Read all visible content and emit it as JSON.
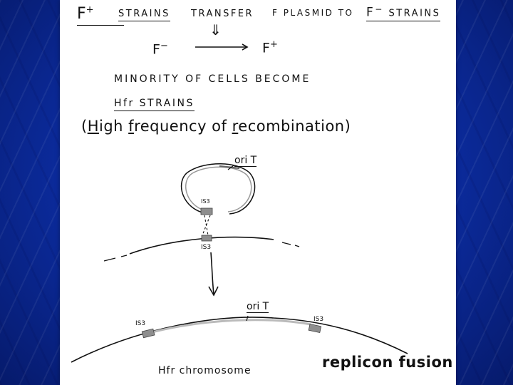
{
  "line1": {
    "f_plus_letter": "F",
    "f_plus_sup": "+",
    "strains": "STRAINS",
    "transfer": "TRANSFER",
    "f_plasmid_to": "F PLASMID TO",
    "f_minus_letter": "F",
    "f_minus_sup": "−",
    "strains_end": "STRAINS"
  },
  "conversion": {
    "down_arrow": "⇓",
    "from_letter": "F",
    "from_sup": "−",
    "to_letter": "F",
    "to_sup": "+"
  },
  "minority": "MINORITY OF CELLS BECOME",
  "hfr_strains": "Hfr STRAINS",
  "hfr_expansion": {
    "open": "(",
    "h": "H",
    "igh": "igh ",
    "f": "f",
    "requency": "requency of ",
    "r": "r",
    "ecombination": "ecombination)"
  },
  "diagram": {
    "plasmid_oriT": "ori T",
    "plasmid_is3": "IS3",
    "chromosome_is3": "IS3",
    "hfr_oriT": "ori T",
    "hfr_is3_left": "IS3",
    "hfr_is3_right": "IS3",
    "hfr_chromosome": "Hfr chromosome",
    "replicon_fusion": "replicon fusion"
  },
  "colors": {
    "background": "#0b2a9a",
    "paper": "#ffffff",
    "ink": "#111111",
    "element_box": "#8e8e8e"
  }
}
